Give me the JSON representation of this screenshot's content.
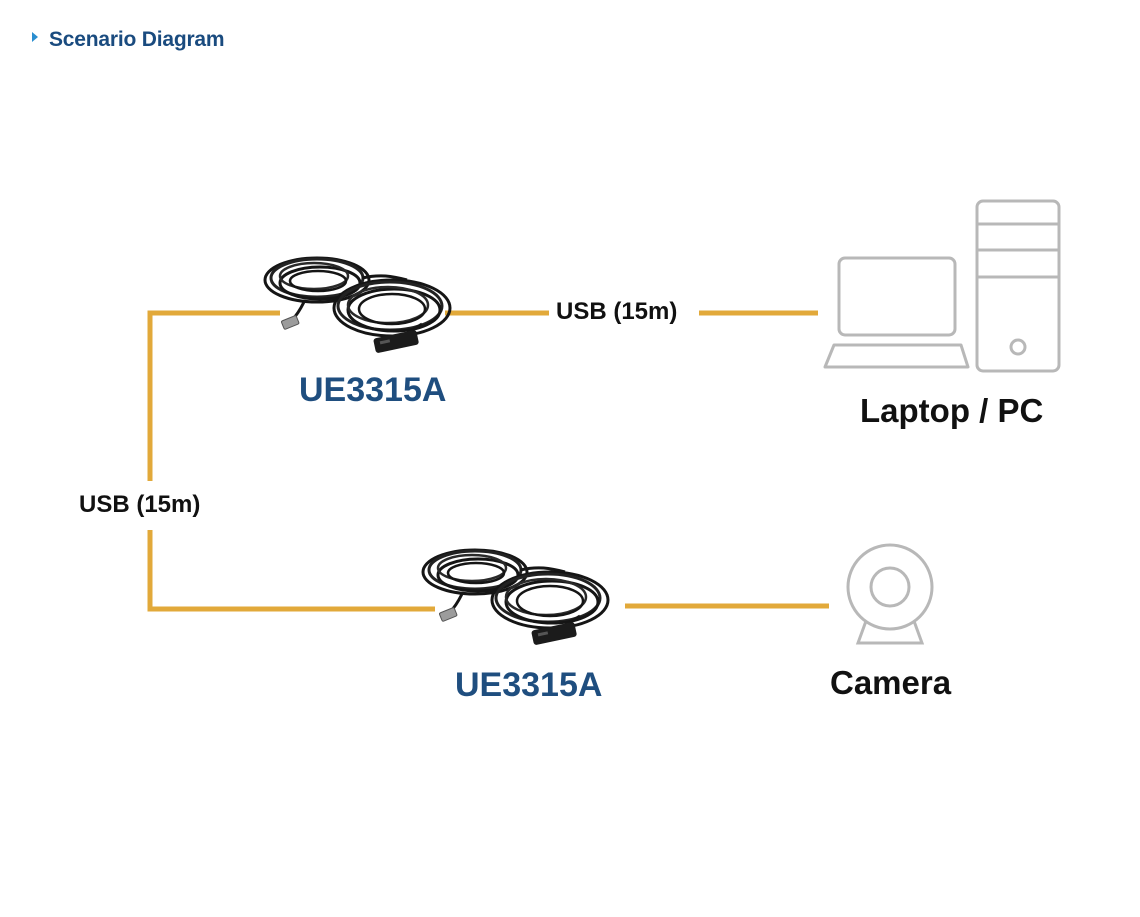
{
  "header": {
    "title": "Scenario Diagram"
  },
  "diagram": {
    "connection_top": "USB (15m)",
    "connection_left": "USB (15m)",
    "extender_top": "UE3315A",
    "extender_bottom": "UE3315A",
    "device_computer": "Laptop / PC",
    "device_camera": "Camera",
    "colors": {
      "cable": "#E2A93A",
      "model_text": "#1F4E7F",
      "header_text": "#1A4B7F",
      "header_arrow": "#2A8ED0",
      "icon_stroke": "#B8B8B8"
    },
    "icons": [
      "usb-extender-cable-icon",
      "laptop-icon",
      "desktop-tower-icon",
      "webcam-icon"
    ]
  }
}
